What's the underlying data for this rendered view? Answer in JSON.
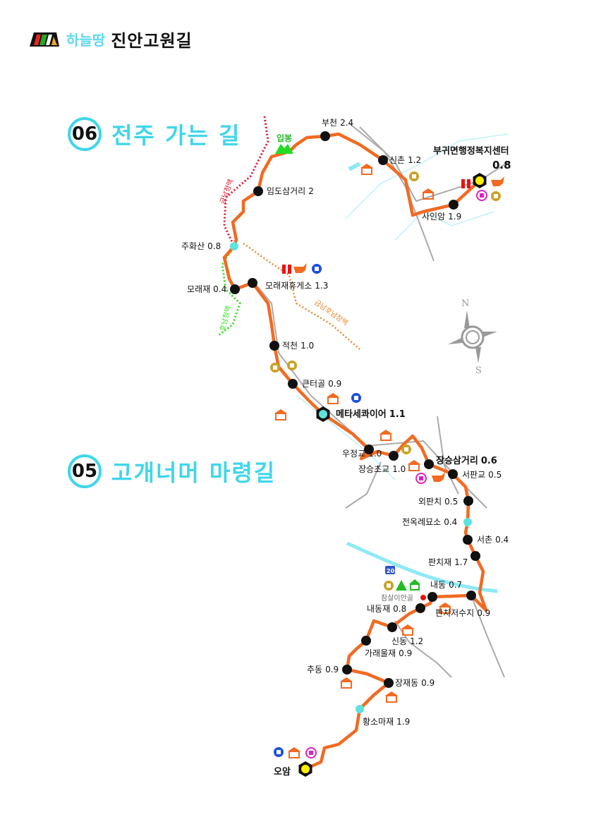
{
  "logo": {
    "sub": "하늘땅",
    "main": "진안고원길"
  },
  "sections": [
    {
      "number": "06",
      "title": "전주 가는 길"
    },
    {
      "number": "05",
      "title": "고개너머 마령길"
    }
  ],
  "colors": {
    "route": "#f26a21",
    "accent": "#3fd6ea",
    "ridge_red": "#d9142b",
    "ridge_orange": "#e08a2a",
    "ridge_green": "#33dd22",
    "road": "#aaaaaa",
    "river": "#8ee9f5"
  },
  "compass": {
    "north": "N",
    "south": "S"
  },
  "ridges": [
    {
      "name": "금남정맥",
      "color": "#d9142b"
    },
    {
      "name": "금남호남정맥",
      "color": "#e08a2a"
    },
    {
      "name": "호남정맥",
      "color": "#33dd22"
    }
  ],
  "peak": {
    "name": "입봉"
  },
  "road_sign": "20",
  "village": "참살이안골",
  "points": [
    {
      "name": "부귀면행정복지센터",
      "dist": "0.8",
      "type": "hub-yellow"
    },
    {
      "name": "사인암",
      "dist": "1.9",
      "type": "stop"
    },
    {
      "name": "신촌",
      "dist": "1.2",
      "type": "stop"
    },
    {
      "name": "부천",
      "dist": "2.4",
      "type": "stop"
    },
    {
      "name": "임도삼거리",
      "dist": "2",
      "type": "stop"
    },
    {
      "name": "주화산",
      "dist": "0.8",
      "type": "cyan"
    },
    {
      "name": "모래재",
      "dist": "0.4",
      "type": "stop"
    },
    {
      "name": "모래재휴게소",
      "dist": "1.3",
      "type": "stop"
    },
    {
      "name": "적천",
      "dist": "1.0",
      "type": "stop"
    },
    {
      "name": "큰터골",
      "dist": "0.9",
      "type": "stop"
    },
    {
      "name": "메타세콰이어",
      "dist": "1.1",
      "type": "hub-cyan"
    },
    {
      "name": "우정교",
      "dist": "1.0",
      "type": "stop"
    },
    {
      "name": "장승초교",
      "dist": "1.0",
      "type": "stop"
    },
    {
      "name": "장승삼거리",
      "dist": "0.6",
      "type": "stop"
    },
    {
      "name": "서판교",
      "dist": "0.5",
      "type": "stop"
    },
    {
      "name": "외판치",
      "dist": "0.5",
      "type": "stop"
    },
    {
      "name": "전옥례묘소",
      "dist": "0.4",
      "type": "cyan"
    },
    {
      "name": "서촌",
      "dist": "0.4",
      "type": "stop"
    },
    {
      "name": "판치재",
      "dist": "1.7",
      "type": "stop"
    },
    {
      "name": "판치저수지",
      "dist": "0.9",
      "type": "stop"
    },
    {
      "name": "내동",
      "dist": "0.7",
      "type": "stop"
    },
    {
      "name": "내동재",
      "dist": "0.8",
      "type": "stop"
    },
    {
      "name": "신동",
      "dist": "1.2",
      "type": "stop"
    },
    {
      "name": "가래울재",
      "dist": "0.9",
      "type": "stop"
    },
    {
      "name": "추동",
      "dist": "0.9",
      "type": "stop"
    },
    {
      "name": "장재동",
      "dist": "0.9",
      "type": "stop"
    },
    {
      "name": "황소마재",
      "dist": "1.9",
      "type": "cyan"
    },
    {
      "name": "오암",
      "dist": "",
      "type": "hub-yellow"
    }
  ]
}
